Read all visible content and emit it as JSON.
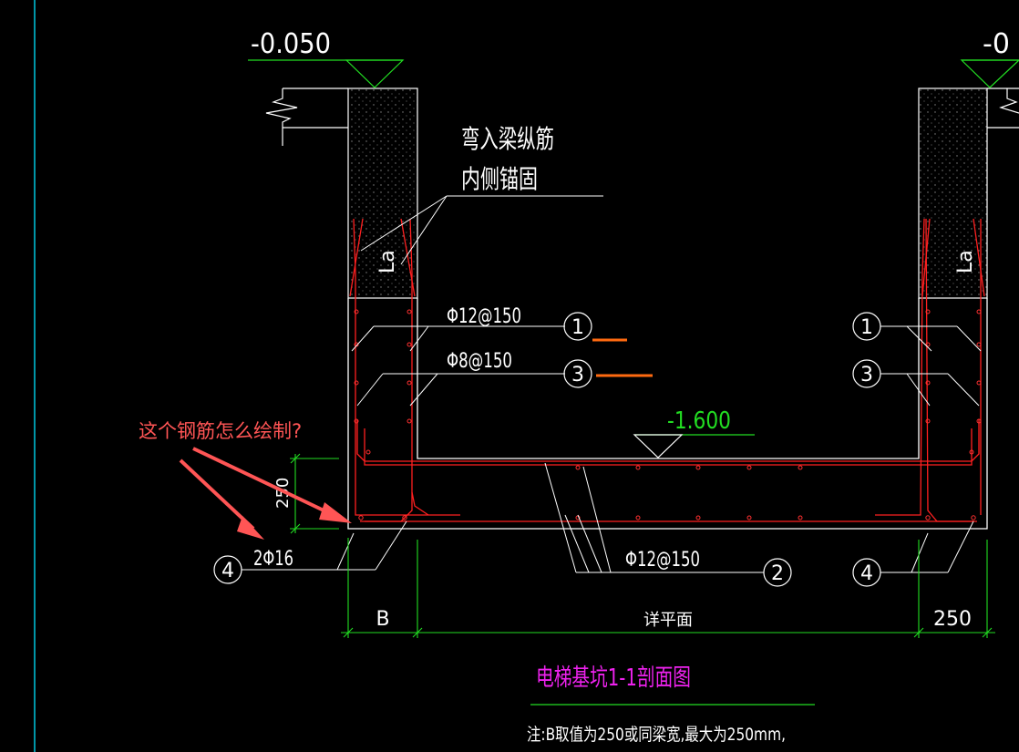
{
  "drawing": {
    "elevation_top_left": "-0.050",
    "elevation_top_right": "-0",
    "elevation_bottom": "-1.600",
    "callout_line1": "弯入梁纵筋",
    "callout_line2": "内侧锚固",
    "la_label": "La",
    "bar1_spec": "Φ12@150",
    "bar3_spec": "Φ8@150",
    "bar2_spec": "Φ12@150",
    "bar4_spec": "2Φ16",
    "mark_1": "1",
    "mark_2": "2",
    "mark_3": "3",
    "mark_4": "4",
    "dim_250_vertical": "250",
    "dim_B": "B",
    "dim_plan": "详平面",
    "dim_250_right": "250",
    "question": "这个钢筋怎么绘制?",
    "title": "电梯基坑1-1剖面图",
    "note": "注:B取值为250或同梁宽,最大为250mm,"
  },
  "colors": {
    "background": "#000000",
    "outline": "#ffffff",
    "rebar": "#ff2020",
    "dimension": "#22dd22",
    "title": "#ee22ee",
    "annotation": "#ff5555",
    "orange_mark": "#ff6a10",
    "frame": "#00c8e0"
  }
}
